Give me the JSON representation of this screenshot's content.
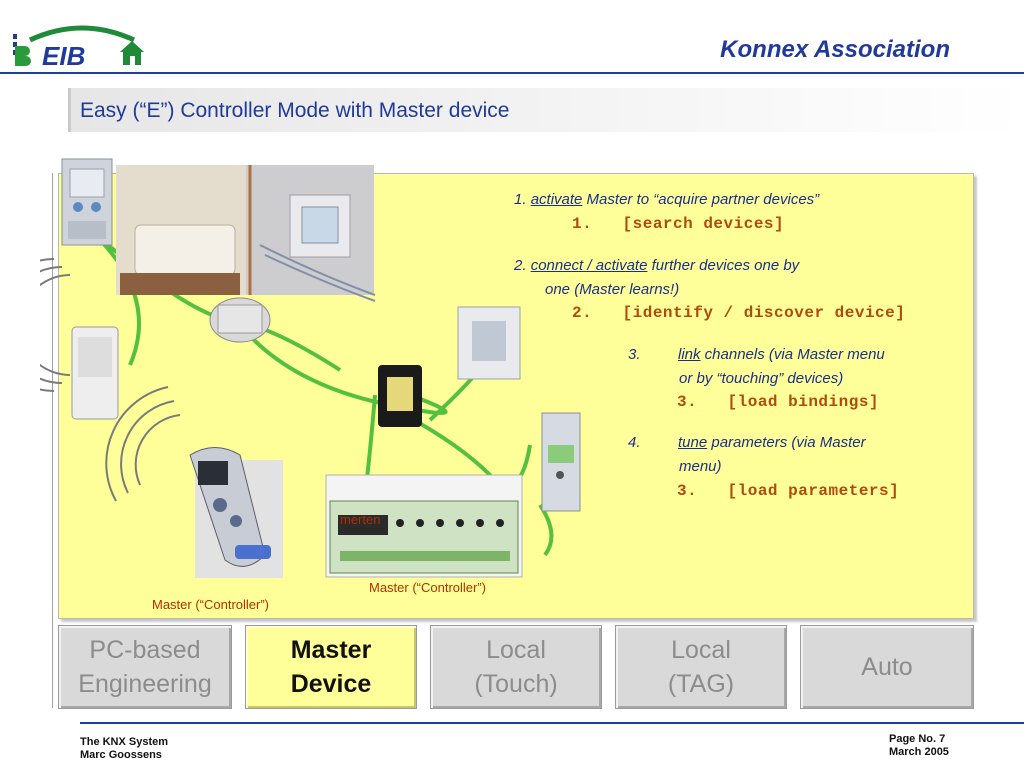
{
  "header": {
    "org_title": "Konnex Association",
    "slide_title": "Easy (“E”) Controller Mode with Master device"
  },
  "steps": [
    {
      "number": "1.",
      "verb": "activate",
      "text": " Master to “acquire partner devices”",
      "command": "1.   [search devices]"
    },
    {
      "number": "2.",
      "verb": "connect / activate",
      "text": " further devices one by",
      "text2": "one (Master learns!)",
      "command": "2.   [identify / discover device]"
    },
    {
      "number": "3.",
      "verb": "link",
      "text": " channels (via Master menu",
      "text2": "or by “touching” devices)",
      "command": "3.   [load bindings]"
    },
    {
      "number": "4.",
      "verb": "tune",
      "text": " parameters (via Master",
      "text2": "menu)",
      "command": "3.   [load parameters]"
    }
  ],
  "captions": {
    "handheld": "Master (“Controller”)",
    "din_device": "Master (“Controller”)"
  },
  "device_label": "merten",
  "modes": [
    {
      "line1": "PC-based",
      "line2": "Engineering",
      "active": false
    },
    {
      "line1": "Master",
      "line2": "Device",
      "active": true
    },
    {
      "line1": "Local",
      "line2": "(Touch)",
      "active": false
    },
    {
      "line1": "Local",
      "line2": "(TAG)",
      "active": false
    },
    {
      "line1": "Auto",
      "line2": "",
      "active": false
    }
  ],
  "footer": {
    "left_line1": "The KNX System",
    "left_line2": "Marc Goossens",
    "right_line1": "Page No. 7",
    "right_line2": "March 2005"
  },
  "colors": {
    "accent_blue": "#1f3a9a",
    "panel_yellow": "#ffff99",
    "command_orange": "#b04a10",
    "eib_green": "#2a9a3a"
  }
}
